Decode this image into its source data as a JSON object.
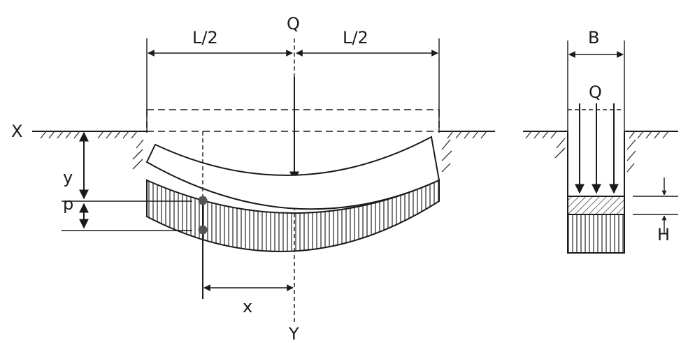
{
  "labels": {
    "load_top": "Q",
    "half_length_left": "L/2",
    "half_length_right": "L/2",
    "axis_x": "X",
    "axis_y": "Y",
    "deflection": "y",
    "pressure": "p",
    "distance_x": "x",
    "width": "B",
    "load_side": "Q",
    "height": "H"
  },
  "colors": {
    "ink": "#1a1a1a",
    "hatch": "#333333",
    "point": "#555555",
    "background": "#ffffff"
  }
}
